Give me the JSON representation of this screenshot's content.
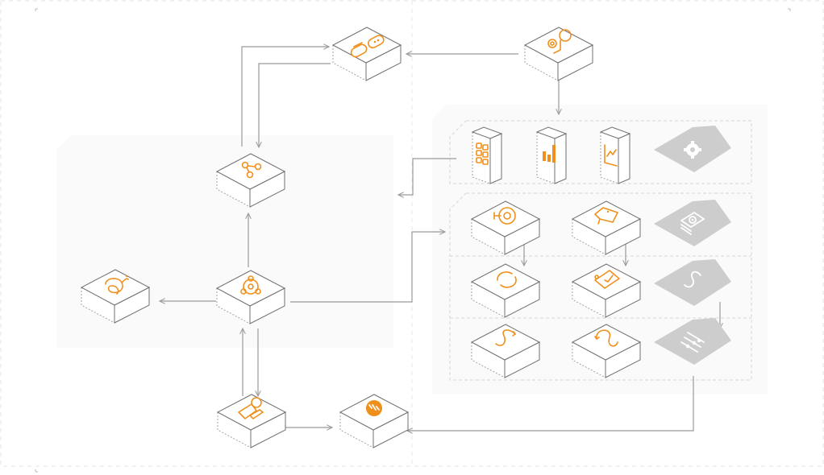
{
  "diagram": {
    "title": "",
    "accent_color": "#f0901c",
    "line_color": "#9a9a9a",
    "inactive_tile_color": "#cdcdcd",
    "region_fill_color": "#fafafa",
    "nodes": [
      {
        "id": "top-middle",
        "icon": "toggle-switches-icon",
        "style": "cube"
      },
      {
        "id": "top-right",
        "icon": "gear-user-icon",
        "style": "cube"
      },
      {
        "id": "hub-upper",
        "icon": "share-network-icon",
        "style": "cube"
      },
      {
        "id": "hub-center",
        "icon": "molecule-cluster-icon",
        "style": "cube"
      },
      {
        "id": "left-node",
        "icon": "elephant-icon",
        "style": "cube"
      },
      {
        "id": "bottom-left",
        "icon": "user-id-card-icon",
        "style": "cube"
      },
      {
        "id": "bottom-middle",
        "icon": "dns-globe-icon",
        "style": "cube"
      },
      {
        "id": "panel-grid",
        "icon": "grid-apps-icon",
        "style": "server"
      },
      {
        "id": "panel-bar-chart",
        "icon": "bar-chart-icon",
        "style": "server"
      },
      {
        "id": "panel-line-chart",
        "icon": "line-chart-icon",
        "style": "server"
      },
      {
        "id": "panel-gear-tile",
        "icon": "gear-icon",
        "style": "gray-tile"
      },
      {
        "id": "row1-a",
        "icon": "radar-target-icon",
        "style": "cube"
      },
      {
        "id": "row1-b",
        "icon": "camera-tag-icon",
        "style": "cube"
      },
      {
        "id": "row1-tile",
        "icon": "monitor-eye-icon",
        "style": "gray-tile"
      },
      {
        "id": "row2-a",
        "icon": "refresh-cycle-icon",
        "style": "cube"
      },
      {
        "id": "row2-b",
        "icon": "checked-document-icon",
        "style": "cube"
      },
      {
        "id": "row2-tile",
        "icon": "s-path-icon",
        "style": "gray-tile"
      },
      {
        "id": "row3-a",
        "icon": "s-flow-icon",
        "style": "cube"
      },
      {
        "id": "row3-b",
        "icon": "u-flow-icon",
        "style": "cube"
      },
      {
        "id": "row3-tile",
        "icon": "sliders-icon",
        "style": "gray-tile"
      }
    ],
    "edges": [
      {
        "from": "top-right",
        "to": "top-middle"
      },
      {
        "from": "top-right",
        "to": "panel-bar-chart"
      },
      {
        "from": "hub-upper",
        "to": "top-middle"
      },
      {
        "from": "top-middle",
        "to": "hub-upper"
      },
      {
        "from": "hub-center",
        "to": "hub-upper"
      },
      {
        "from": "hub-center",
        "to": "left-node"
      },
      {
        "from": "hub-center",
        "to": "row1-a"
      },
      {
        "from": "panel-grid",
        "to": "hub-upper-region"
      },
      {
        "from": "bottom-left",
        "to": "hub-center"
      },
      {
        "from": "hub-center",
        "to": "bottom-left"
      },
      {
        "from": "bottom-left",
        "to": "bottom-middle",
        "bidirectional": true
      },
      {
        "from": "row3-tile",
        "to": "bottom-middle"
      },
      {
        "from": "row1-a",
        "to": "row2-a"
      },
      {
        "from": "row1-b",
        "to": "row2-b"
      },
      {
        "from": "row2-tile",
        "to": "row3-tile"
      }
    ]
  }
}
